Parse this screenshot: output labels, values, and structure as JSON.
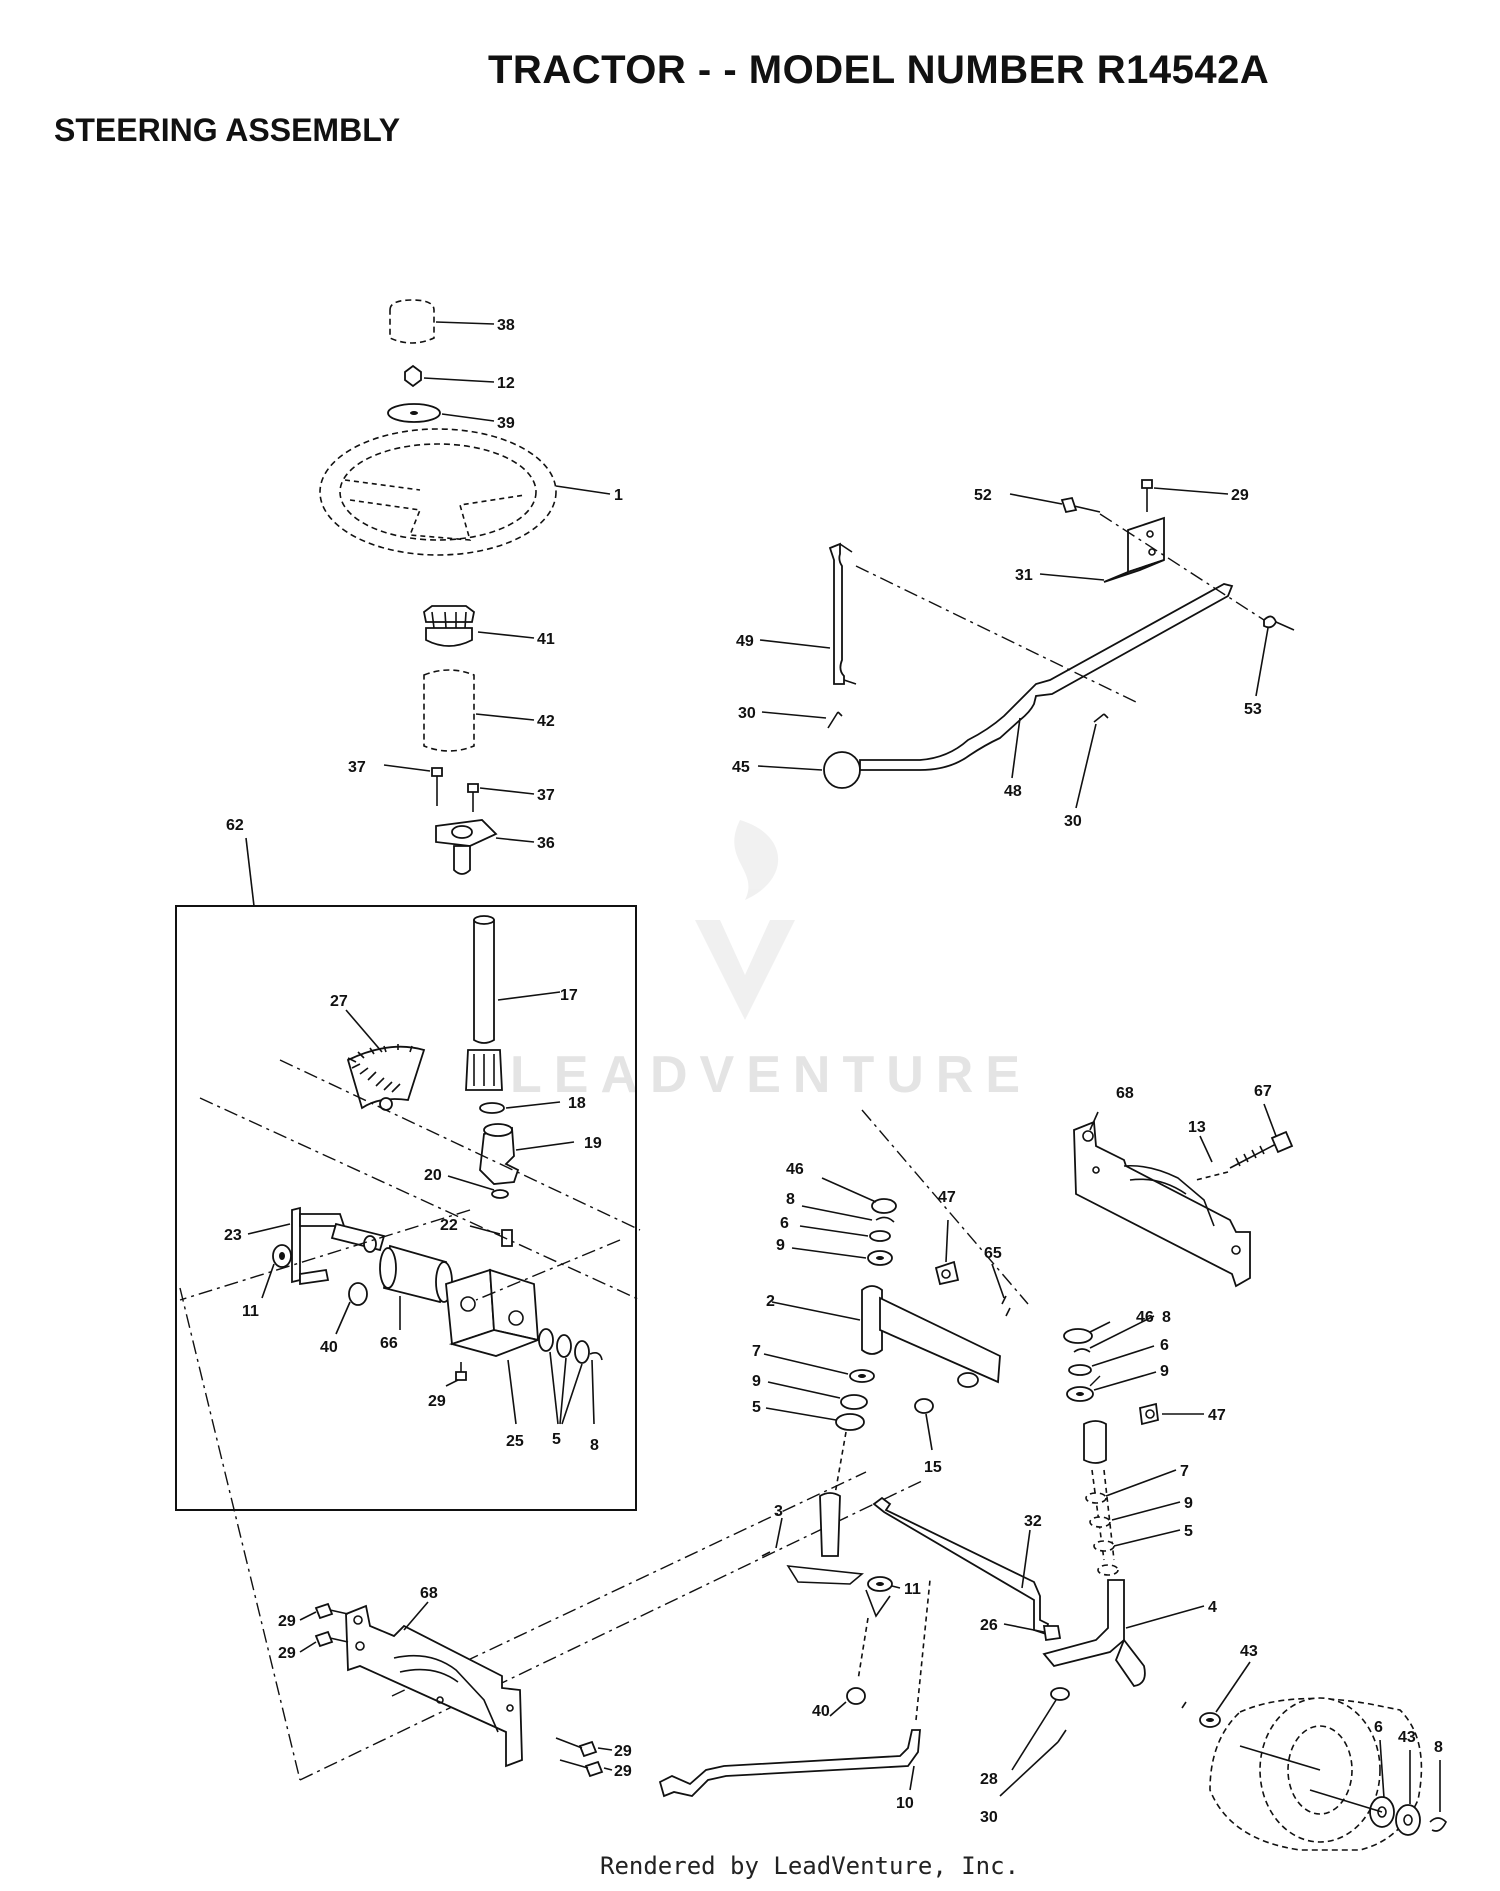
{
  "header": {
    "title": "TRACTOR - - MODEL NUMBER R14542A",
    "subtitle": "STEERING ASSEMBLY"
  },
  "footer": {
    "text": "Rendered by LeadVenture, Inc."
  },
  "watermark": {
    "text": "LEADVENTURE",
    "icon": "flame-v-logo-icon"
  },
  "callouts": {
    "c38": "38",
    "c12": "12",
    "c39": "39",
    "c1": "1",
    "c41": "41",
    "c42": "42",
    "c37a": "37",
    "c37b": "37",
    "c36": "36",
    "c62": "62",
    "c52": "52",
    "c29a": "29",
    "c31": "31",
    "c49": "49",
    "c53": "53",
    "c30a": "30",
    "c45": "45",
    "c48": "48",
    "c30b": "30",
    "c17": "17",
    "c27": "27",
    "c18": "18",
    "c19": "19",
    "c20": "20",
    "c22": "22",
    "c23": "23",
    "c11a": "11",
    "c40a": "40",
    "c66": "66",
    "c29b": "29",
    "c25": "25",
    "c5a": "5",
    "c8a": "8",
    "c68a": "68",
    "c67": "67",
    "c13": "13",
    "c46a": "46",
    "c8b": "8",
    "c6a": "6",
    "c9a": "9",
    "c47a": "47",
    "c65": "65",
    "c2": "2",
    "c7a": "7",
    "c9b": "9",
    "c5b": "5",
    "c15": "15",
    "c46b": "46",
    "c8c": "8",
    "c6b": "6",
    "c9c": "9",
    "c47b": "47",
    "c7b": "7",
    "c9d": "9",
    "c5c": "5",
    "c3": "3",
    "c32": "32",
    "c11b": "11",
    "c4": "4",
    "c26": "26",
    "c40b": "40",
    "c43a": "43",
    "c68b": "68",
    "c29c": "29",
    "c29d": "29",
    "c29e": "29",
    "c29f": "29",
    "c10": "10",
    "c28": "28",
    "c30c": "30",
    "c6c": "6",
    "c43b": "43",
    "c8d": "8"
  }
}
